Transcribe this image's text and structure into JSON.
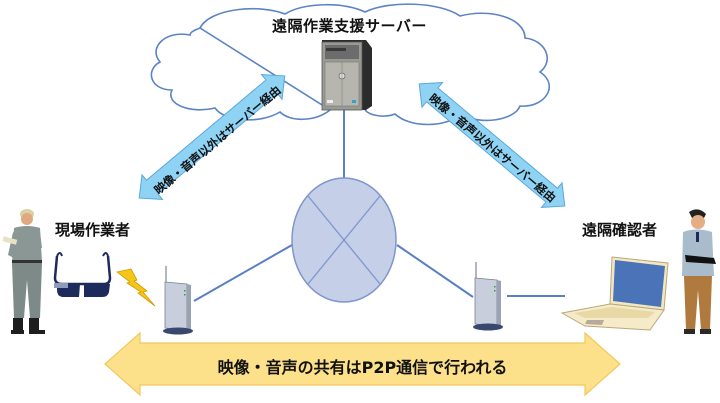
{
  "diagram": {
    "title_server": "遠隔作業支援サーバー",
    "worker_label": "現場作業者",
    "remote_label": "遠隔確認者",
    "left_arrow_text": "映像・音声以外はサーバー経由",
    "right_arrow_text": "映像・音声以外はサーバー経由",
    "p2p_text": "映像・音声の共有はP2P通信で行われる",
    "nodes": [
      {
        "id": "server",
        "icon": "server-tower-icon"
      },
      {
        "id": "cloud",
        "icon": "cloud-icon"
      },
      {
        "id": "network",
        "icon": "network-hub-icon"
      },
      {
        "id": "router-left",
        "icon": "wifi-router-icon"
      },
      {
        "id": "router-right",
        "icon": "wifi-router-icon"
      },
      {
        "id": "smart-glasses",
        "icon": "smart-glasses-icon"
      },
      {
        "id": "laptop",
        "icon": "laptop-icon"
      },
      {
        "id": "field-worker",
        "icon": "field-worker-person-icon"
      },
      {
        "id": "remote-viewer",
        "icon": "office-worker-person-icon"
      }
    ],
    "colors": {
      "cloud_stroke": "#5b84c4",
      "blue_arrow": "#8fd3f4",
      "blue_arrow_stroke": "#5aa8dd",
      "yellow_arrow": "#fde08a",
      "yellow_arrow_stroke": "#f2c75c",
      "network_fill": "#c5cfe8",
      "network_stroke": "#7f95cc",
      "line": "#5b7fc4",
      "bolt": "#f5c518"
    }
  }
}
